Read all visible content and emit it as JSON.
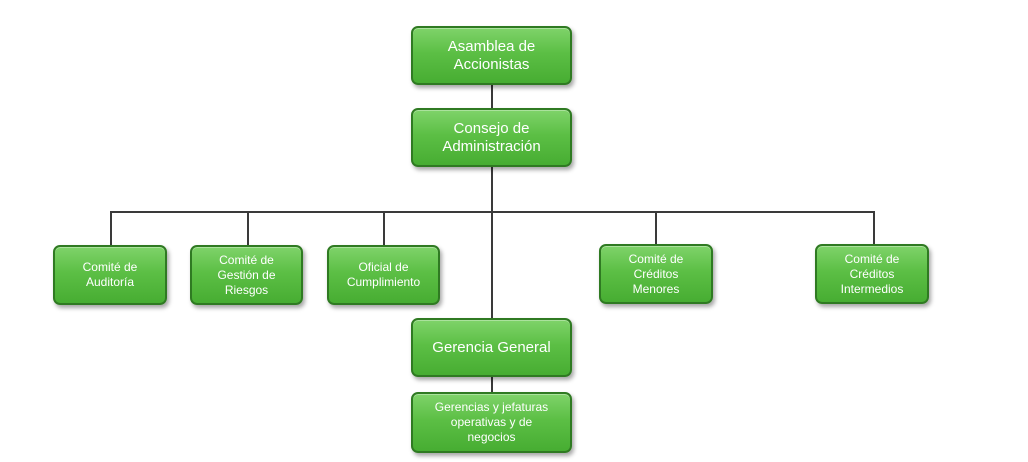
{
  "org_chart": {
    "asamblea": "Asamblea de\nAccionistas",
    "consejo": "Consejo de\nAdministración",
    "comite_auditoria": "Comité de\nAuditoría",
    "comite_riesgos": "Comité de\nGestión de\nRiesgos",
    "oficial_cumplimiento": "Oficial de\nCumplimiento",
    "comite_creditos_menores": "Comité de\nCréditos\nMenores",
    "comite_creditos_intermedios": "Comité de\nCréditos\nIntermedios",
    "gerencia_general": "Gerencia General",
    "gerencias_operativas": "Gerencias y jefaturas\noperativas y de\nnegocios"
  },
  "colors": {
    "box_fill": "#5cbf45",
    "box_border": "#2f7a22",
    "connector": "#3a3a3a",
    "text": "#ffffff"
  }
}
